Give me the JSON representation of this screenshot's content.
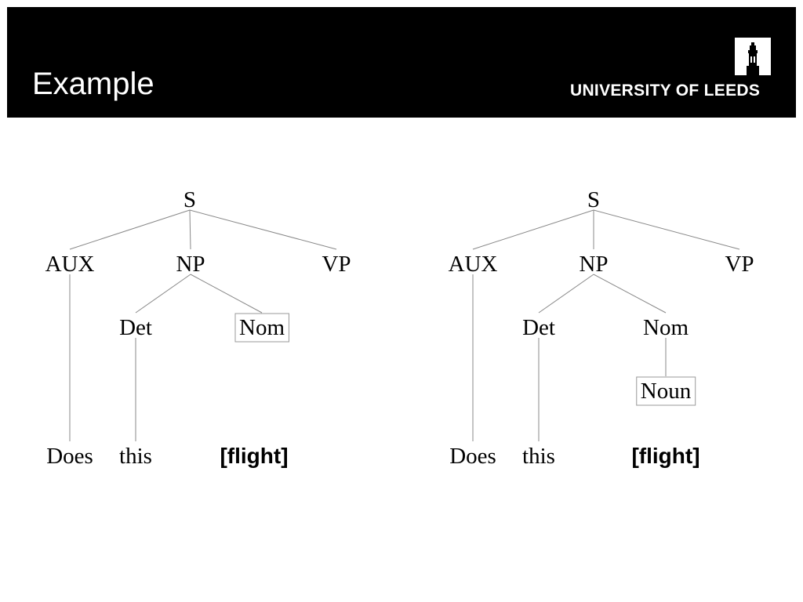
{
  "slide": {
    "title": "Example",
    "logo": {
      "text": "UNIVERSITY OF LEEDS",
      "icon": "parkinson-tower-icon"
    }
  },
  "colors": {
    "header_bg": "#000000",
    "header_text": "#ffffff",
    "tree_edge": "#888888",
    "box_border": "#999999",
    "text": "#000000"
  },
  "trees": [
    {
      "id": "tree-left",
      "nodes": [
        {
          "id": "S",
          "label": "S",
          "kind": "node"
        },
        {
          "id": "AUX",
          "label": "AUX",
          "kind": "node"
        },
        {
          "id": "NP",
          "label": "NP",
          "kind": "node"
        },
        {
          "id": "VP",
          "label": "VP",
          "kind": "node"
        },
        {
          "id": "Det",
          "label": "Det",
          "kind": "node"
        },
        {
          "id": "Nom",
          "label": "Nom",
          "kind": "node",
          "boxed": true
        },
        {
          "id": "w-does",
          "label": "Does",
          "kind": "word"
        },
        {
          "id": "w-this",
          "label": "this",
          "kind": "word"
        },
        {
          "id": "w-flight",
          "label": "[flight]",
          "kind": "input-word"
        }
      ],
      "edges": [
        [
          "S",
          "AUX"
        ],
        [
          "S",
          "NP"
        ],
        [
          "S",
          "VP"
        ],
        [
          "NP",
          "Det"
        ],
        [
          "NP",
          "Nom"
        ],
        [
          "AUX",
          "w-does"
        ],
        [
          "Det",
          "w-this"
        ]
      ]
    },
    {
      "id": "tree-right",
      "nodes": [
        {
          "id": "S",
          "label": "S",
          "kind": "node"
        },
        {
          "id": "AUX",
          "label": "AUX",
          "kind": "node"
        },
        {
          "id": "NP",
          "label": "NP",
          "kind": "node"
        },
        {
          "id": "VP",
          "label": "VP",
          "kind": "node"
        },
        {
          "id": "Det",
          "label": "Det",
          "kind": "node"
        },
        {
          "id": "Nom",
          "label": "Nom",
          "kind": "node"
        },
        {
          "id": "Noun",
          "label": "Noun",
          "kind": "node",
          "boxed": true
        },
        {
          "id": "w-does",
          "label": "Does",
          "kind": "word"
        },
        {
          "id": "w-this",
          "label": "this",
          "kind": "word"
        },
        {
          "id": "w-flight",
          "label": "[flight]",
          "kind": "input-word"
        }
      ],
      "edges": [
        [
          "S",
          "AUX"
        ],
        [
          "S",
          "NP"
        ],
        [
          "S",
          "VP"
        ],
        [
          "NP",
          "Det"
        ],
        [
          "NP",
          "Nom"
        ],
        [
          "Nom",
          "Noun"
        ],
        [
          "AUX",
          "w-does"
        ],
        [
          "Det",
          "w-this"
        ]
      ]
    }
  ]
}
